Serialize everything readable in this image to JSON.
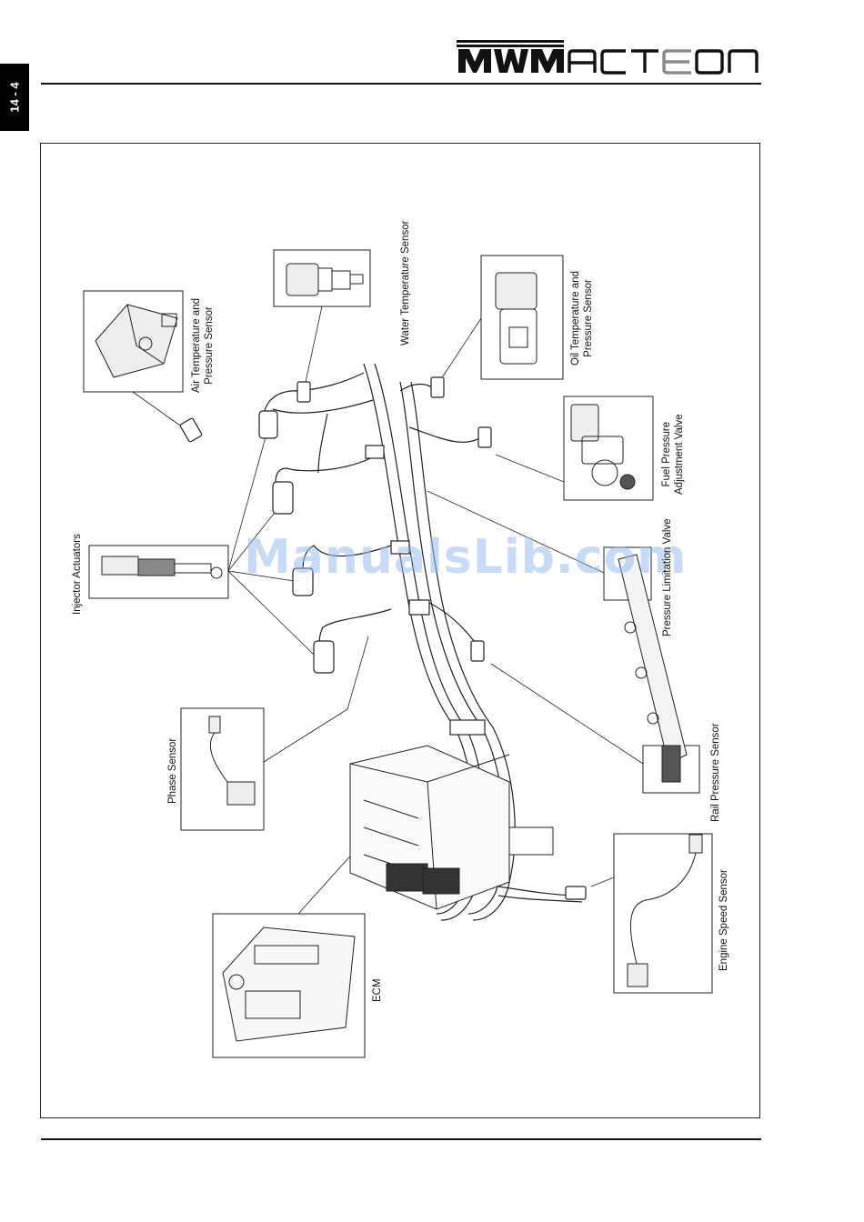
{
  "page": {
    "number": "14 - 4",
    "brand": "MWMACTEON"
  },
  "labels": {
    "air_temp": [
      "Air Temperature and",
      "Pressure Sensor"
    ],
    "water_temp": "Water Temperature Sensor",
    "oil_temp": [
      "Oil Temperature and",
      "Pressure Sensor"
    ],
    "fuel_pressure": [
      "Fuel Pressure",
      "Adjustment Valve"
    ],
    "pressure_limitation": "Pressure Limitation Valve",
    "injector": "Injector Actuators",
    "rail_pressure": "Rail Pressure Sensor",
    "phase": "Phase Sensor",
    "engine_speed": "Engine Speed Sensor",
    "ecm": "ECM"
  },
  "watermark": "ManualsLib.com",
  "icons": [
    "mwm-acteon-logo",
    "wiring-harness",
    "ecm-module",
    "sensor-connector"
  ]
}
